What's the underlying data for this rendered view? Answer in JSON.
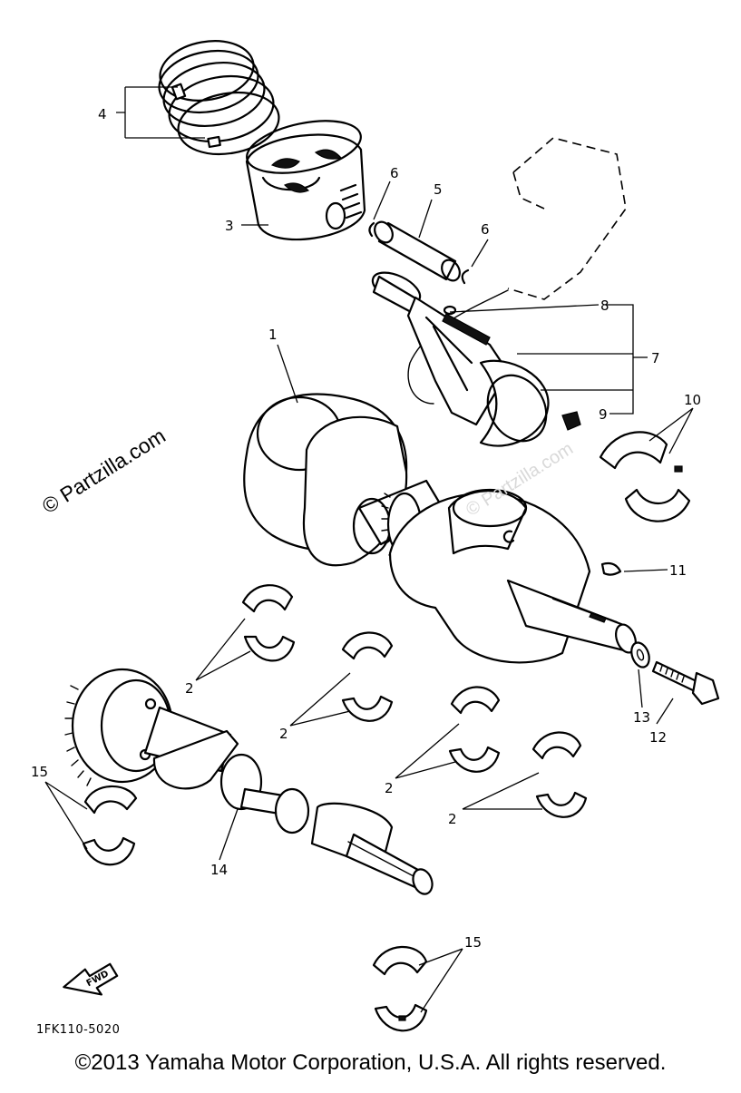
{
  "diagram": {
    "callouts": {
      "c1": "1",
      "c2a": "2",
      "c2b": "2",
      "c2c": "2",
      "c2d": "2",
      "c3": "3",
      "c4": "4",
      "c5": "5",
      "c6a": "6",
      "c6b": "6",
      "c7": "7",
      "c8": "8",
      "c9": "9",
      "c10": "10",
      "c11": "11",
      "c12": "12",
      "c13": "13",
      "c14": "14",
      "c15a": "15",
      "c15b": "15"
    },
    "fwd_label": "FWD",
    "diagram_code": "1FK110-5020"
  },
  "watermarks": {
    "side": "© Partzilla.com",
    "faint": "© Partzilla.com"
  },
  "footer": {
    "copyright": "©2013 Yamaha Motor Corporation, U.S.A. All rights reserved."
  }
}
